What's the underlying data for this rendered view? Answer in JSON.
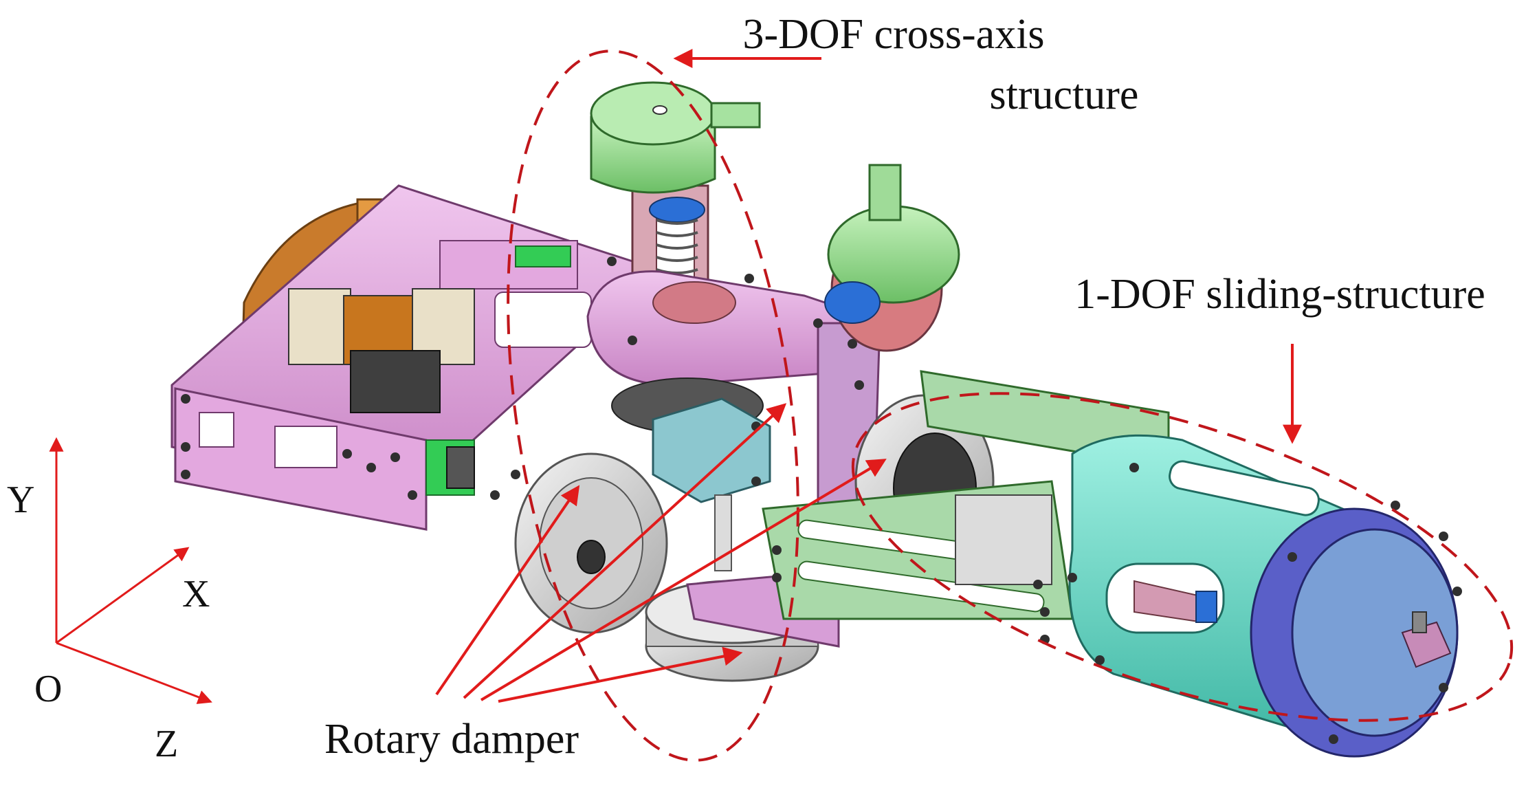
{
  "labels": {
    "cross_axis_line1": "3-DOF cross-axis",
    "cross_axis_line2": "structure",
    "sliding": "1-DOF sliding-structure",
    "damper": "Rotary damper"
  },
  "axes": {
    "y": "Y",
    "x": "X",
    "z": "Z",
    "origin": "O"
  },
  "colors": {
    "annotation": "#e11b1b",
    "dashed_outline": "#c0161b",
    "frame_pink": "#dc9ad6",
    "flange_orange": "#c97b2c",
    "motor_green": "#8fd18a",
    "cylinder_teal": "#66d6c4",
    "end_cap_blue": "#5a5fc8",
    "damper_grey": "#d9d9d9"
  }
}
